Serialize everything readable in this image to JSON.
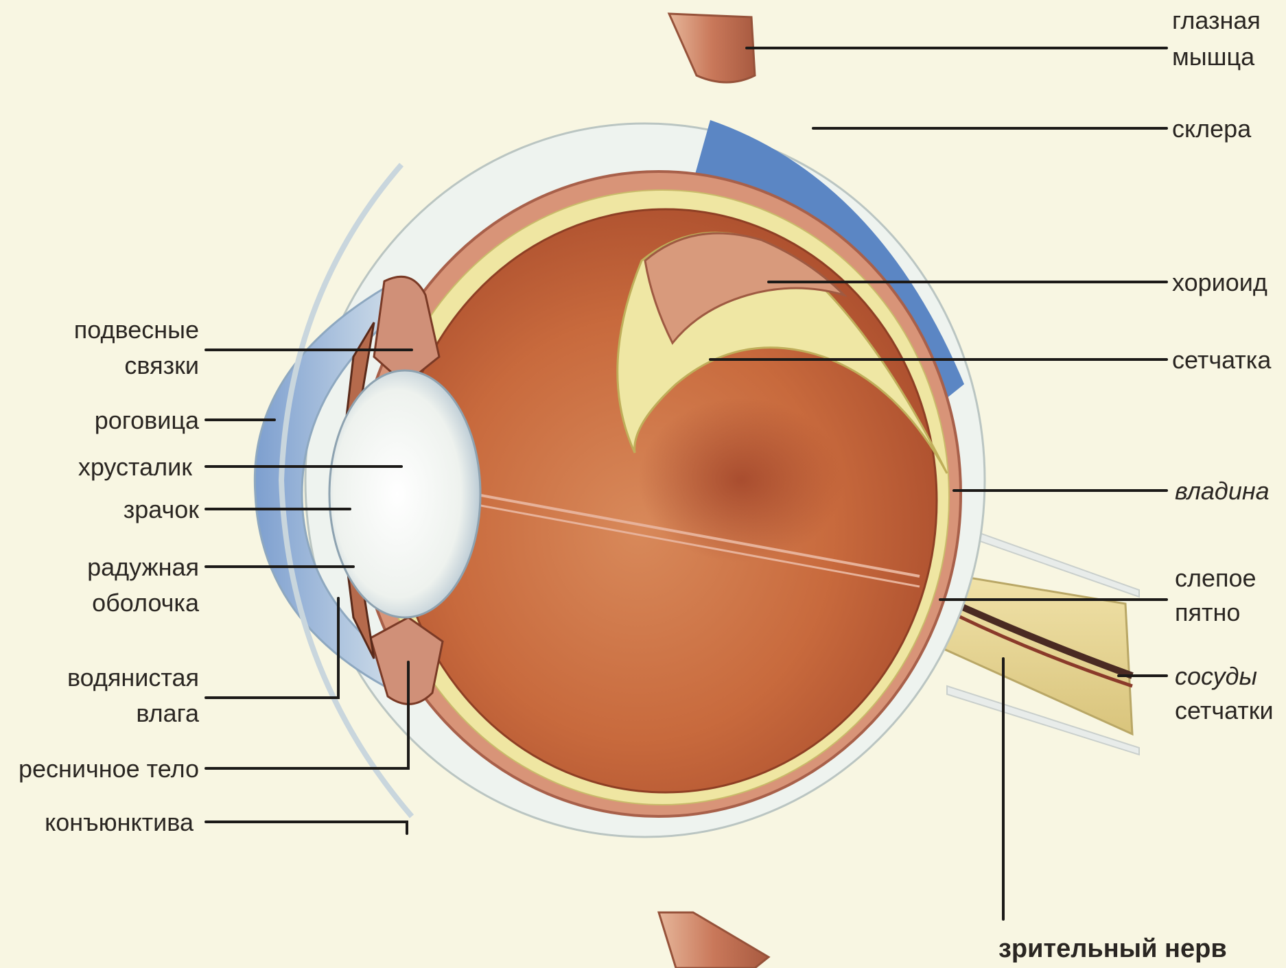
{
  "labels": {
    "eye_muscle": {
      "line1": "глазная",
      "line2": "мышца"
    },
    "sclera": "склера",
    "choroid": "хориоид",
    "retina": "сетчатка",
    "fovea": "владина",
    "blind_spot": {
      "line1": "слепое",
      "line2": "пятно"
    },
    "retinal_vessels": {
      "line1": "сосуды",
      "line2": "сетчатки"
    },
    "optic_nerve": "зрительный нерв",
    "suspensory_ligaments": {
      "line1": "подвесные",
      "line2": "связки"
    },
    "cornea": "роговица",
    "lens": "хрусталик",
    "pupil": "зрачок",
    "iris": {
      "line1": "радужная",
      "line2": "оболочка"
    },
    "aqueous_humor": {
      "line1": "водянистая",
      "line2": "влага"
    },
    "ciliary_body": "ресничное тело",
    "conjunctiva": "конъюнктива"
  },
  "colors": {
    "background": "#f8f6e2",
    "vitreous": "#c96a3c",
    "vitreous_dark": "#a8492a",
    "retina": "#efe6a2",
    "choroid_pink": "#d89478",
    "sclera": "#eef3ef",
    "sclera_blue": "#5b86c4",
    "lens": "#f4f6f2",
    "cornea_blue": "#a9c2dc",
    "muscle": "#c9785a",
    "optic_nerve": "#ead9a0",
    "leader_line": "#1c1a18"
  }
}
